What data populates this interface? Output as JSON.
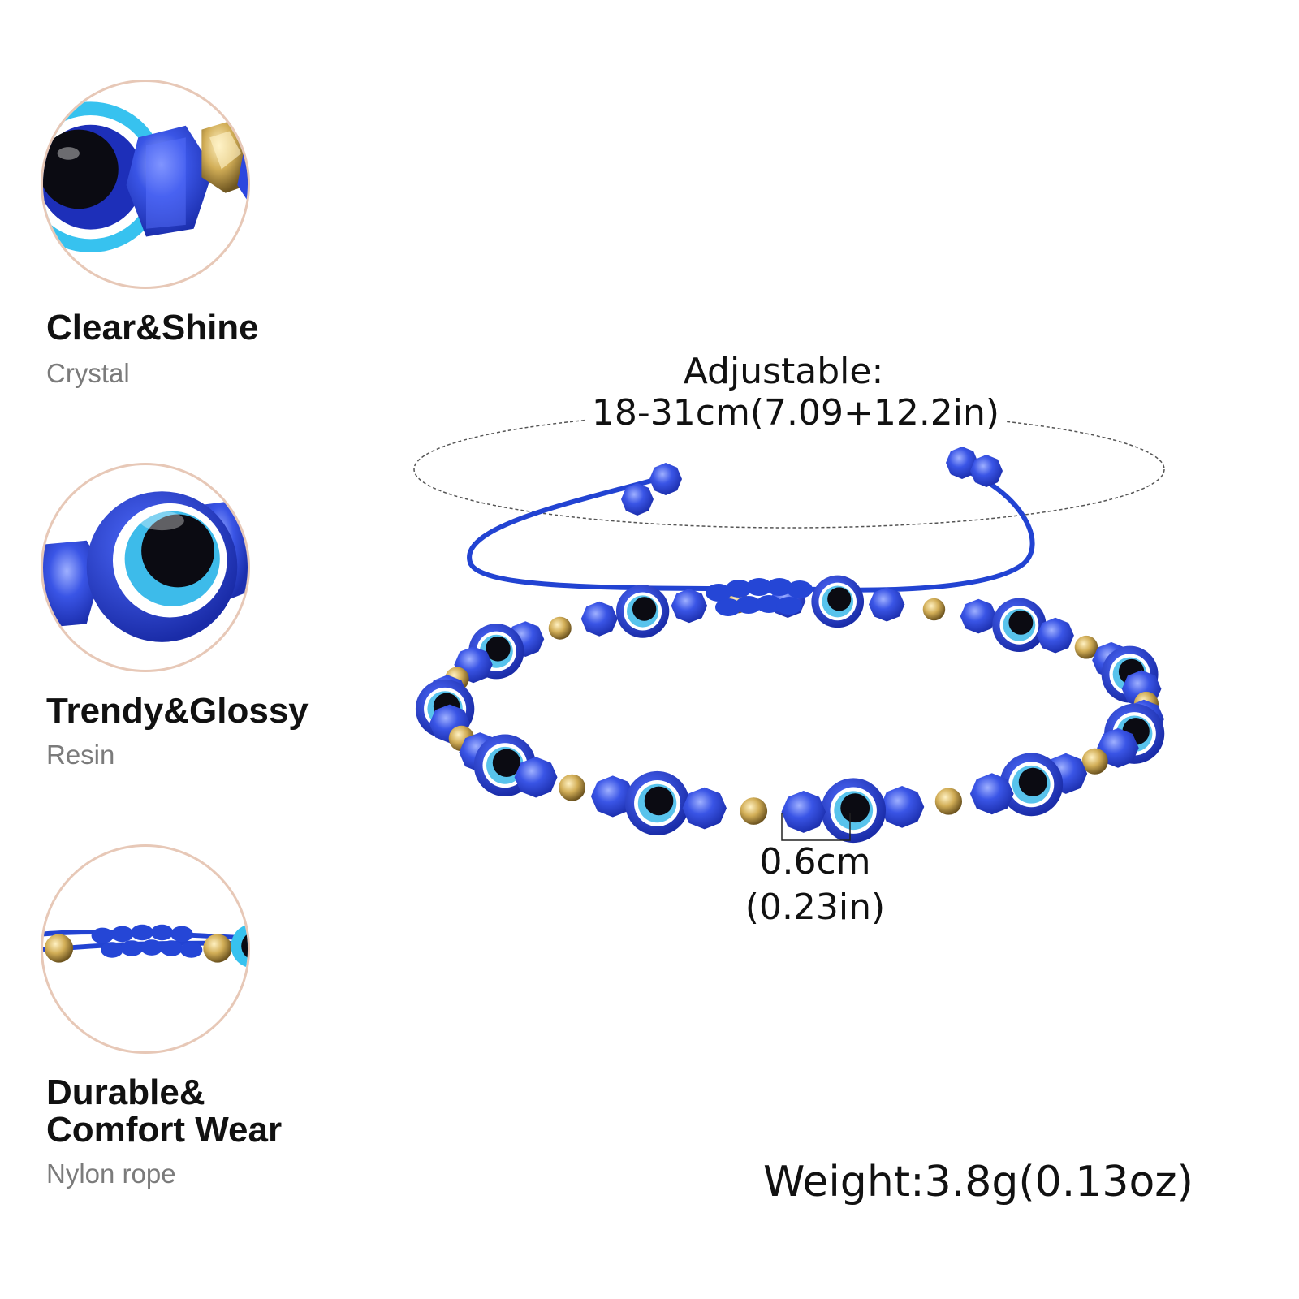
{
  "features": [
    {
      "title": "Clear&Shine",
      "subtitle": "Crystal",
      "image": "crystal-bead-closeup"
    },
    {
      "title": "Trendy&Glossy",
      "subtitle": "Resin",
      "image": "evil-eye-bead-closeup"
    },
    {
      "title_line1": "Durable&",
      "title_line2": "Comfort Wear",
      "subtitle": "Nylon rope",
      "image": "nylon-knot-closeup"
    }
  ],
  "adjustable": {
    "label": "Adjustable:",
    "range": "18-31cm(7.09+12.2in)"
  },
  "bead_size": {
    "metric": "0.6cm",
    "imperial": "(0.23in)"
  },
  "weight": "Weight:3.8g(0.13oz)",
  "colors": {
    "bead_blue": "#2f47d8",
    "cord_blue": "#2243d2",
    "gold": "#c9a44a",
    "eye_light_blue": "#62c4ea",
    "circle_border": "#e7c8b7",
    "subtitle_gray": "#7b7b7b"
  }
}
